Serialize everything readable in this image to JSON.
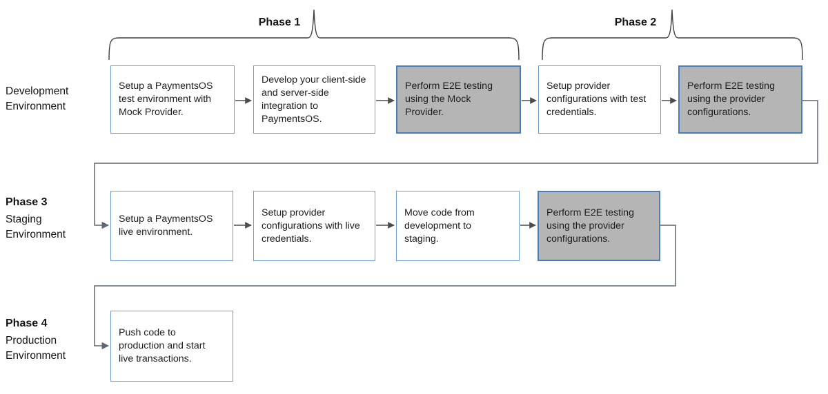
{
  "title": "PaymentsOS integration phases flowchart",
  "phases_top": [
    {
      "label": "Phase 1"
    },
    {
      "label": "Phase 2"
    }
  ],
  "rows": [
    {
      "label_lines": [
        "Development",
        "Environment"
      ],
      "boxes": [
        {
          "text": "Setup a PaymentsOS\ntest environment with\nMock Provider.",
          "variant": "white"
        },
        {
          "text": "Develop your client-side\nand server-side\nintegration to\nPaymentsOS.",
          "variant": "white"
        },
        {
          "text": "Perform E2E testing\nusing the Mock\nProvider.",
          "variant": "gray"
        },
        {
          "text": "Setup provider\nconfigurations with test\ncredentials.",
          "variant": "white"
        },
        {
          "text": "Perform E2E testing\nusing the provider\nconfigurations.",
          "variant": "gray"
        }
      ]
    },
    {
      "phase_label": "Phase 3",
      "label_lines": [
        "Staging",
        "Environment"
      ],
      "boxes": [
        {
          "text": "Setup a PaymentsOS\nlive environment.",
          "variant": "white"
        },
        {
          "text": "Setup provider\nconfigurations with live\ncredentials.",
          "variant": "white"
        },
        {
          "text": "Move code from\ndevelopment to\nstaging.",
          "variant": "white"
        },
        {
          "text": "Perform E2E testing\nusing the provider\nconfigurations.",
          "variant": "gray"
        }
      ]
    },
    {
      "phase_label": "Phase 4",
      "label_lines": [
        "Production",
        "Environment"
      ],
      "boxes": [
        {
          "text": "Push code to\nproduction and start\nlive transactions.",
          "variant": "white"
        }
      ]
    }
  ],
  "colors": {
    "white_box_border": "#6d9eda",
    "gray_box_border": "#4a7ebb",
    "gray_box_fill": "#b5b5b5",
    "arrow": "#4d4d4d",
    "wrap_connector": "#5d6773",
    "brace": "#3f3f3f",
    "text": "#1c1c1c"
  }
}
